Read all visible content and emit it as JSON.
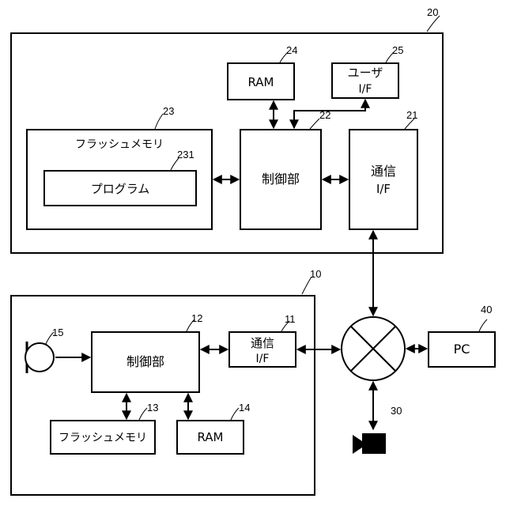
{
  "device_upper": {
    "ref": "20",
    "ram": {
      "label": "RAM",
      "ref": "24"
    },
    "user_if": {
      "line1": "ユーザ",
      "line2": "I/F",
      "ref": "25"
    },
    "flash": {
      "label": "フラッシュメモリ",
      "ref": "23"
    },
    "program": {
      "label": "プログラム",
      "ref": "231"
    },
    "control": {
      "label": "制御部",
      "ref": "22"
    },
    "comm": {
      "line1": "通信",
      "line2": "I/F",
      "ref": "21"
    }
  },
  "device_lower": {
    "ref": "10",
    "sensor": {
      "ref": "15"
    },
    "control": {
      "label": "制御部",
      "ref": "12"
    },
    "comm": {
      "line1": "通信",
      "line2": "I/F",
      "ref": "11"
    },
    "flash": {
      "label": "フラッシュメモリ",
      "ref": "13"
    },
    "ram": {
      "label": "RAM",
      "ref": "14"
    }
  },
  "network": {
    "symbol": "cross-circle-icon"
  },
  "pc": {
    "label": "PC",
    "ref": "40"
  },
  "camera": {
    "ref": "30",
    "icon": "camera-icon"
  }
}
